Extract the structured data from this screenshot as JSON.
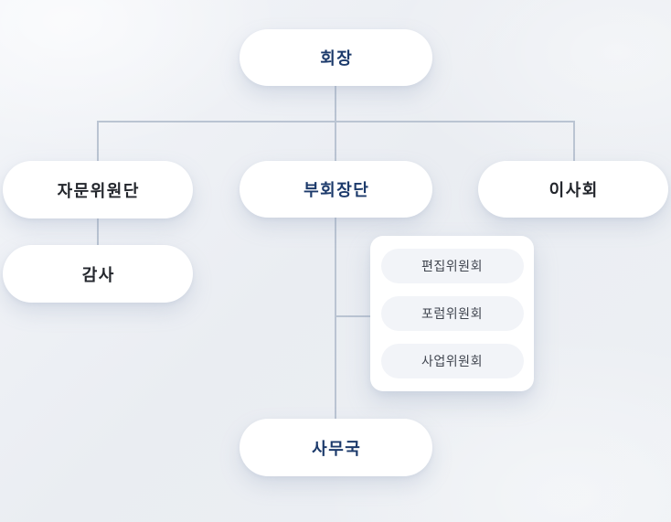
{
  "org_chart": {
    "nodes": {
      "chairman": {
        "label": "회장"
      },
      "advisory_committee": {
        "label": "자문위원단"
      },
      "vice_chairman_group": {
        "label": "부회장단"
      },
      "board_of_directors": {
        "label": "이사회"
      },
      "auditor": {
        "label": "감사"
      },
      "secretariat": {
        "label": "사무국"
      },
      "committees": [
        {
          "label": "편집위원회"
        },
        {
          "label": "포럼위원회"
        },
        {
          "label": "사업위원회"
        }
      ]
    },
    "hierarchy": {
      "root": "회장",
      "children_of_root": [
        "자문위원단",
        "부회장단",
        "이사회"
      ],
      "child_of_advisory": "감사",
      "children_of_vice_chairman_group": [
        "편집위원회",
        "포럼위원회",
        "사업위원회",
        "사무국"
      ]
    },
    "colors": {
      "background": "#edf0f4",
      "connector_line": "#bac4d2",
      "node_background": "#ffffff",
      "subnode_background": "#f2f4f8",
      "primary_text": "#1c3a6b",
      "dark_text": "#23262c",
      "subnode_text": "#40454f"
    }
  }
}
